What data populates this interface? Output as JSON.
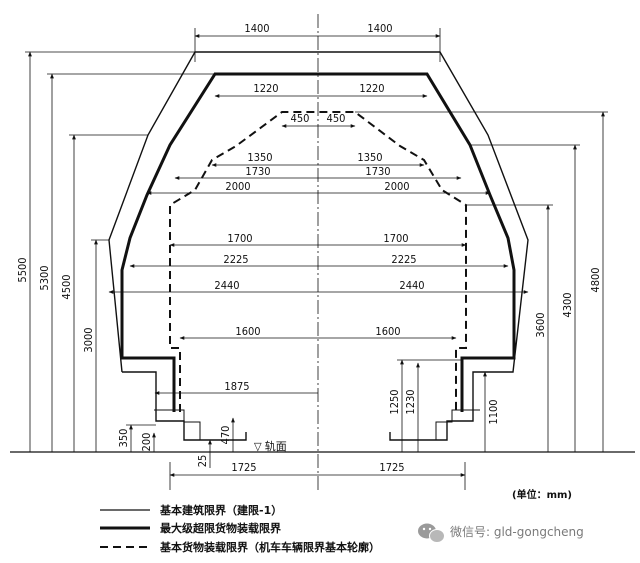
{
  "dimensions": {
    "top_left": "1400",
    "top_right": "1400",
    "w1220_left": "1220",
    "w1220_right": "1220",
    "w450_left": "450",
    "w450_right": "450",
    "w1350_left": "1350",
    "w1350_right": "1350",
    "w1730_left": "1730",
    "w1730_right": "1730",
    "w2000_left": "2000",
    "w2000_right": "2000",
    "w1700_left": "1700",
    "w1700_right": "1700",
    "w2225_left": "2225",
    "w2225_right": "2225",
    "w2440_left": "2440",
    "w2440_right": "2440",
    "w1600_left": "1600",
    "w1600_right": "1600",
    "w1875": "1875",
    "bottom_left": "1725",
    "bottom_right": "1725"
  },
  "heights": {
    "h5500": "5500",
    "h5300": "5300",
    "h4500": "4500",
    "h3000": "3000",
    "h350": "350",
    "h200": "200",
    "h25": "25",
    "h470": "470",
    "h1250": "1250",
    "h1230": "1230",
    "h1100": "1100",
    "h3600": "3600",
    "h4300": "4300",
    "h4800": "4800"
  },
  "rail_label": "▽ 轨面",
  "unit_label": "(单位：mm)",
  "legend": [
    {
      "style": "thin",
      "label": "基本建筑限界（建限-1）"
    },
    {
      "style": "thick",
      "label": "最大级超限货物装载限界"
    },
    {
      "style": "dashed",
      "label": "基本货物装载限界（机车车辆限界基本轮廓）"
    }
  ],
  "watermark": "微信号: gld-gongcheng",
  "watermark_icon": "wechat-icon"
}
